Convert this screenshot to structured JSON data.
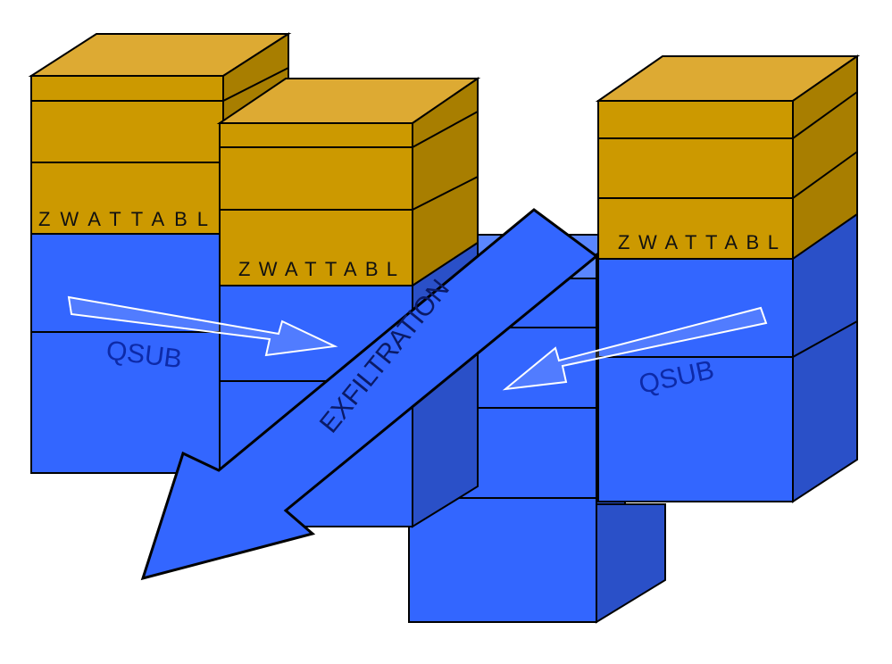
{
  "labels": {
    "left_top": "ZWATTABL",
    "middle_top": "ZWATTABL",
    "right_top": "ZWATTABL",
    "left_flow": "QSUB",
    "right_flow": "QSUB",
    "main_arrow": "EXFILTRATION"
  },
  "colors": {
    "gold_front": "#CC9900",
    "gold_top": "#DDAA33",
    "gold_side": "#A87E00",
    "blue_front": "#3366FF",
    "blue_top": "#5A86FF",
    "blue_side": "#2A50C8",
    "outline": "#000000",
    "flow_arrow_fill": "#FFFFFF"
  }
}
